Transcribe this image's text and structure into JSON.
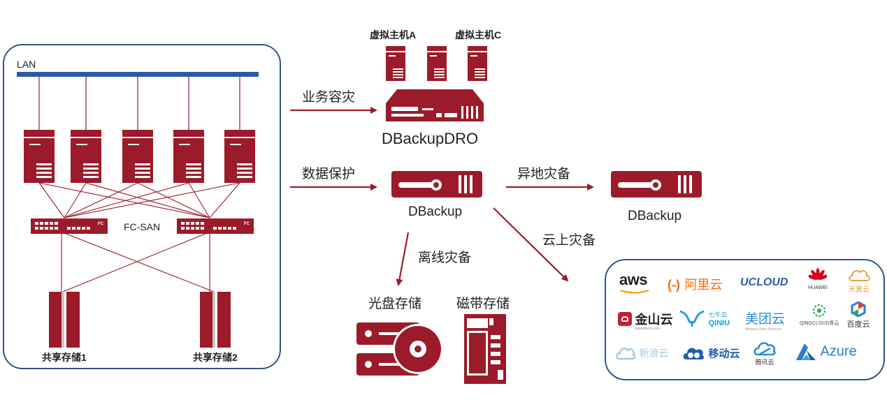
{
  "left_panel": {
    "lan_label": "LAN",
    "fc_san_label": "FC-SAN",
    "switch_badge": "FC",
    "storage1_label": "共享存储1",
    "storage2_label": "共享存储2"
  },
  "vm_labels": {
    "a": "虚拟主机A",
    "c": "虚拟主机C"
  },
  "dro_label": "DBackupDRO",
  "dbackup_label": "DBackup",
  "remote_dbackup_label": "DBackup",
  "arrows": {
    "business_dr": "业务容灾",
    "data_protection": "数据保护",
    "remote_dr": "异地灾备",
    "cloud_dr": "云上灾备",
    "offline_dr": "离线灾备"
  },
  "optical_storage_label": "光盘存储",
  "tape_storage_label": "磁带存储",
  "cloud_logos": [
    {
      "name": "aws",
      "color": "#222222"
    },
    {
      "name": "阿里云",
      "color": "#ff6a00"
    },
    {
      "name": "UCLOUD",
      "color": "#2b5cab"
    },
    {
      "name": "HUAWEI",
      "color": "#333333"
    },
    {
      "name": "天翼云",
      "color": "#e8a33d"
    },
    {
      "name": "金山云",
      "color": "#222222"
    },
    {
      "name": "QINIU",
      "color": "#1ea0e0"
    },
    {
      "name": "美团云",
      "color": "#2a8fd8"
    },
    {
      "name": "QINGCLOUD青云",
      "color": "#444444"
    },
    {
      "name": "百度云",
      "color": "#333333"
    },
    {
      "name": "新浪云",
      "color": "#9fc8e6"
    },
    {
      "name": "移动云",
      "color": "#1f5fa8"
    },
    {
      "name": "腾讯云",
      "color": "#2a8fd8"
    },
    {
      "name": "Azure",
      "color": "#2b7bd0"
    }
  ],
  "logo_texts": {
    "aliyun_mark": "(-)",
    "jinshan_sub": "www.ksyun.com",
    "qiniu_top": "七牛云",
    "meituan_sub": "Meituan Open Services"
  },
  "colors": {
    "accent_red": "#9b1b2a",
    "panel_border": "#2f5585",
    "lan_bar": "#2a5aa3"
  }
}
